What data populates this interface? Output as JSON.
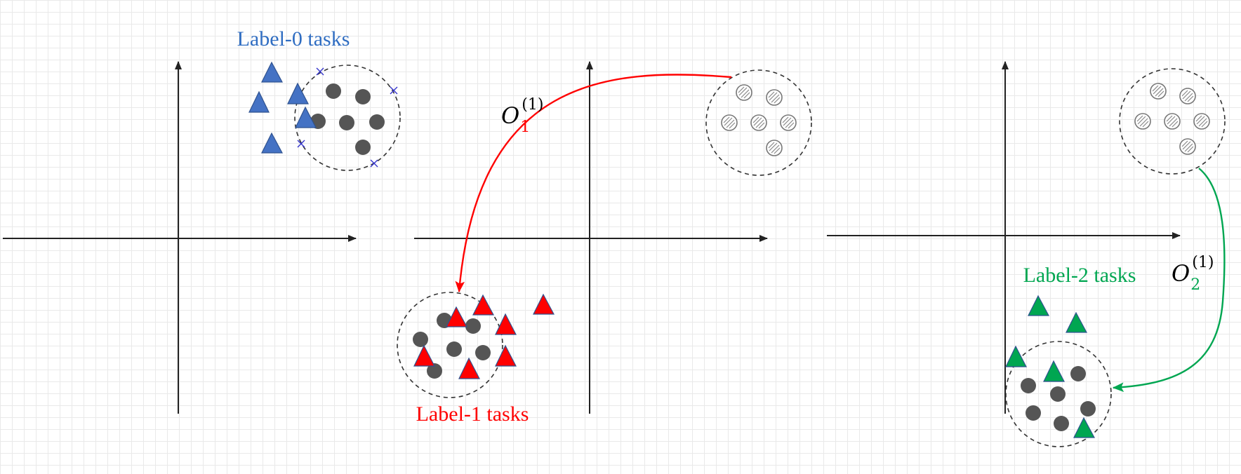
{
  "colors": {
    "label0": "#2F6DC2",
    "label1": "#FF0000",
    "label2": "#00A651",
    "point": "#555555",
    "blue_triangle": "#4472C4",
    "red_triangle": "#FF0000",
    "green_triangle": "#00A651"
  },
  "panels": [
    {
      "label": "Label-0 tasks",
      "operator": null,
      "points": "solid",
      "triangles": "blue"
    },
    {
      "label": "Label-1 tasks",
      "operator": {
        "base": "O",
        "sub": "1",
        "sup": "(1)"
      },
      "points": "hatched+solid",
      "triangles": "red"
    },
    {
      "label": "Label-2 tasks",
      "operator": {
        "base": "O",
        "sub": "2",
        "sup": "(1)"
      },
      "points": "hatched+solid",
      "triangles": "green"
    }
  ]
}
